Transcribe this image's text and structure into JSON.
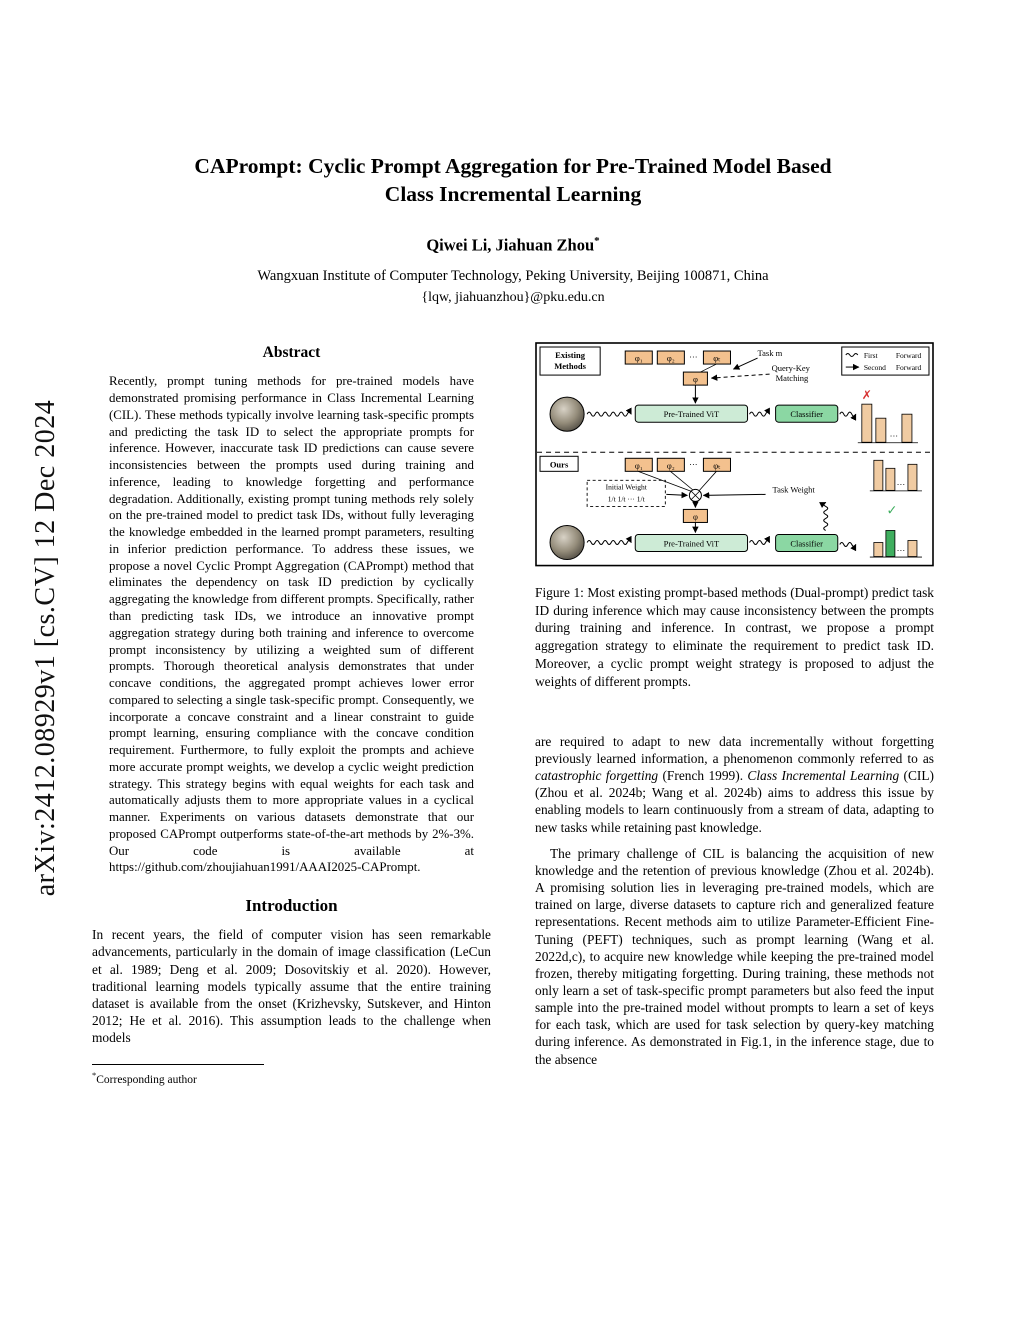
{
  "arxiv_label": "arXiv:2412.08929v1  [cs.CV]  12 Dec 2024",
  "header": {
    "title_line1": "CAPrompt: Cyclic Prompt Aggregation for Pre-Trained Model Based",
    "title_line2": "Class Incremental Learning",
    "authors": "Qiwei Li, Jiahuan Zhou",
    "author_mark": "*",
    "affiliation": "Wangxuan Institute of Computer Technology, Peking University, Beijing 100871, China",
    "email": "{lqw, jiahuanzhou}@pku.edu.cn"
  },
  "abstract": {
    "heading": "Abstract",
    "text": "Recently, prompt tuning methods for pre-trained models have demonstrated promising performance in Class Incremental Learning (CIL). These methods typically involve learning task-specific prompts and predicting the task ID to select the appropriate prompts for inference. However, inaccurate task ID predictions can cause severe inconsistencies between the prompts used during training and inference, leading to knowledge forgetting and performance degradation. Additionally, existing prompt tuning methods rely solely on the pre-trained model to predict task IDs, without fully leveraging the knowledge embedded in the learned prompt parameters, resulting in inferior prediction performance. To address these issues, we propose a novel Cyclic Prompt Aggregation (CAPrompt) method that eliminates the dependency on task ID prediction by cyclically aggregating the knowledge from different prompts. Specifically, rather than predicting task IDs, we introduce an innovative prompt aggregation strategy during both training and inference to overcome prompt inconsistency by utilizing a weighted sum of different prompts. Thorough theoretical analysis demonstrates that under concave conditions, the aggregated prompt achieves lower error compared to selecting a single task-specific prompt. Consequently, we incorporate a concave constraint and a linear constraint to guide prompt learning, ensuring compliance with the concave condition requirement. Furthermore, to fully exploit the prompts and achieve more accurate prompt weights, we develop a cyclic weight prediction strategy. This strategy begins with equal weights for each task and automatically adjusts them to more appropriate values in a cyclical manner. Experiments on various datasets demonstrate that our proposed CAPrompt outperforms state-of-the-art methods by 2%-3%. Our code is available at https://github.com/zhoujiahuan1991/AAAI2025-CAPrompt."
  },
  "introduction": {
    "heading": "Introduction",
    "text": "In recent years, the field of computer vision has seen remarkable advancements, particularly in the domain of image classification (LeCun et al. 1989; Deng et al. 2009; Dosovitskiy et al. 2020). However, traditional learning models typically assume that the entire training dataset is available from the onset (Krizhevsky, Sutskever, and Hinton 2012; He et al. 2016). This assumption leads to the challenge when models"
  },
  "footnote": {
    "mark": "*",
    "text": "Corresponding author"
  },
  "figure": {
    "caption": "Figure 1:  Most existing prompt-based methods (Dual-prompt) predict task ID during inference which may cause inconsistency between the prompts during training and inference. In contrast, we propose a prompt aggregation strategy to eliminate the requirement to predict task ID. Moreover, a cyclic prompt weight strategy is proposed to adjust the weights of different prompts.",
    "existing_label_1": "Existing",
    "existing_label_2": "Methods",
    "ours_label": "Ours",
    "prompt_1": "φ₁",
    "prompt_2": "φ₂",
    "prompt_t": "φₜ",
    "dots": "···",
    "phi": "φ",
    "task_m": "Task m",
    "query_key_1": "Query-Key",
    "query_key_2": "Matching",
    "vit_label": "Pre-Trained ViT",
    "classifier_label": "Classifier",
    "legend": {
      "first": "First",
      "second": "Second",
      "forward": "Forward"
    },
    "initial_weight_label": "Initial Weight",
    "initial_weight_values": "1/t  1/t  ···  1/t",
    "task_weight": "Task Weight",
    "cross_mark": "✗",
    "check_mark": "✓",
    "colors": {
      "prompt_tan": "#F3C18E",
      "vit_green": "#CDEBD6",
      "classifier_green": "#8BD7A3",
      "bar_tan": "#F0CBA2",
      "bar_green": "#3FAE5F",
      "error_red": "#D62F2F"
    }
  },
  "body": {
    "para1_segments": [
      {
        "text": "are required to adapt to new data incrementally without forgetting previously learned information, a phenomenon commonly referred to as ",
        "style": "normal"
      },
      {
        "text": "catastrophic forgetting",
        "style": "italic"
      },
      {
        "text": " (French 1999). ",
        "style": "normal"
      },
      {
        "text": "Class Incremental Learning",
        "style": "italic"
      },
      {
        "text": " (CIL) (Zhou et al. 2024b; Wang et al. 2024b) aims to address this issue by enabling models to learn continuously from a stream of data, adapting to new tasks while retaining past knowledge.",
        "style": "normal"
      }
    ],
    "para2": "The primary challenge of CIL is balancing the acquisition of new knowledge and the retention of previous knowledge (Zhou et al. 2024b). A promising solution lies in leveraging pre-trained models, which are trained on large, diverse datasets to capture rich and generalized feature representations. Recent methods aim to utilize Parameter-Efficient Fine-Tuning (PEFT) techniques, such as prompt learning (Wang et al. 2022d,c), to acquire new knowledge while keeping the pre-trained model frozen, thereby mitigating forgetting. During training, these methods not only learn a set of task-specific prompt parameters but also feed the input sample into the pre-trained model without prompts to learn a set of keys for each task, which are used for task selection by query-key matching during inference. As demonstrated in Fig.1, in the inference stage, due to the absence"
  }
}
